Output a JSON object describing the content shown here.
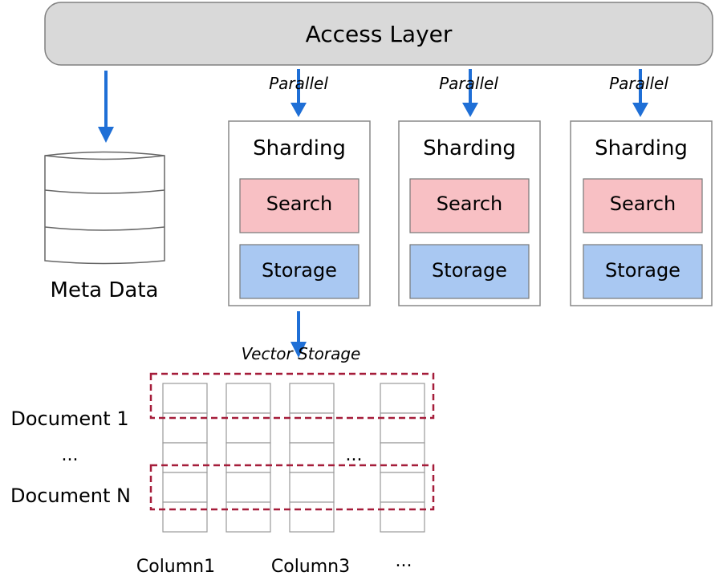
{
  "access_layer": {
    "label": "Access Layer"
  },
  "parallel_label": "Parallel",
  "shards": [
    {
      "title": "Sharding",
      "search": "Search",
      "storage": "Storage"
    },
    {
      "title": "Sharding",
      "search": "Search",
      "storage": "Storage"
    },
    {
      "title": "Sharding",
      "search": "Search",
      "storage": "Storage"
    }
  ],
  "meta_data": {
    "label": "Meta Data"
  },
  "vector_storage": {
    "label": "Vector Storage"
  },
  "documents": {
    "doc1": "Document 1",
    "dots": "...",
    "docN": "Document N",
    "mid_dots": "..."
  },
  "columns": {
    "col1": "Column1",
    "col3": "Column3",
    "dots": "..."
  },
  "colors": {
    "access_fill": "#d9d9d9",
    "search_fill": "#f8c0c4",
    "storage_fill": "#a9c8f2",
    "arrow": "#1f6fd6",
    "dashed": "#a51d3a",
    "grey_stroke": "#9a9a9a"
  }
}
